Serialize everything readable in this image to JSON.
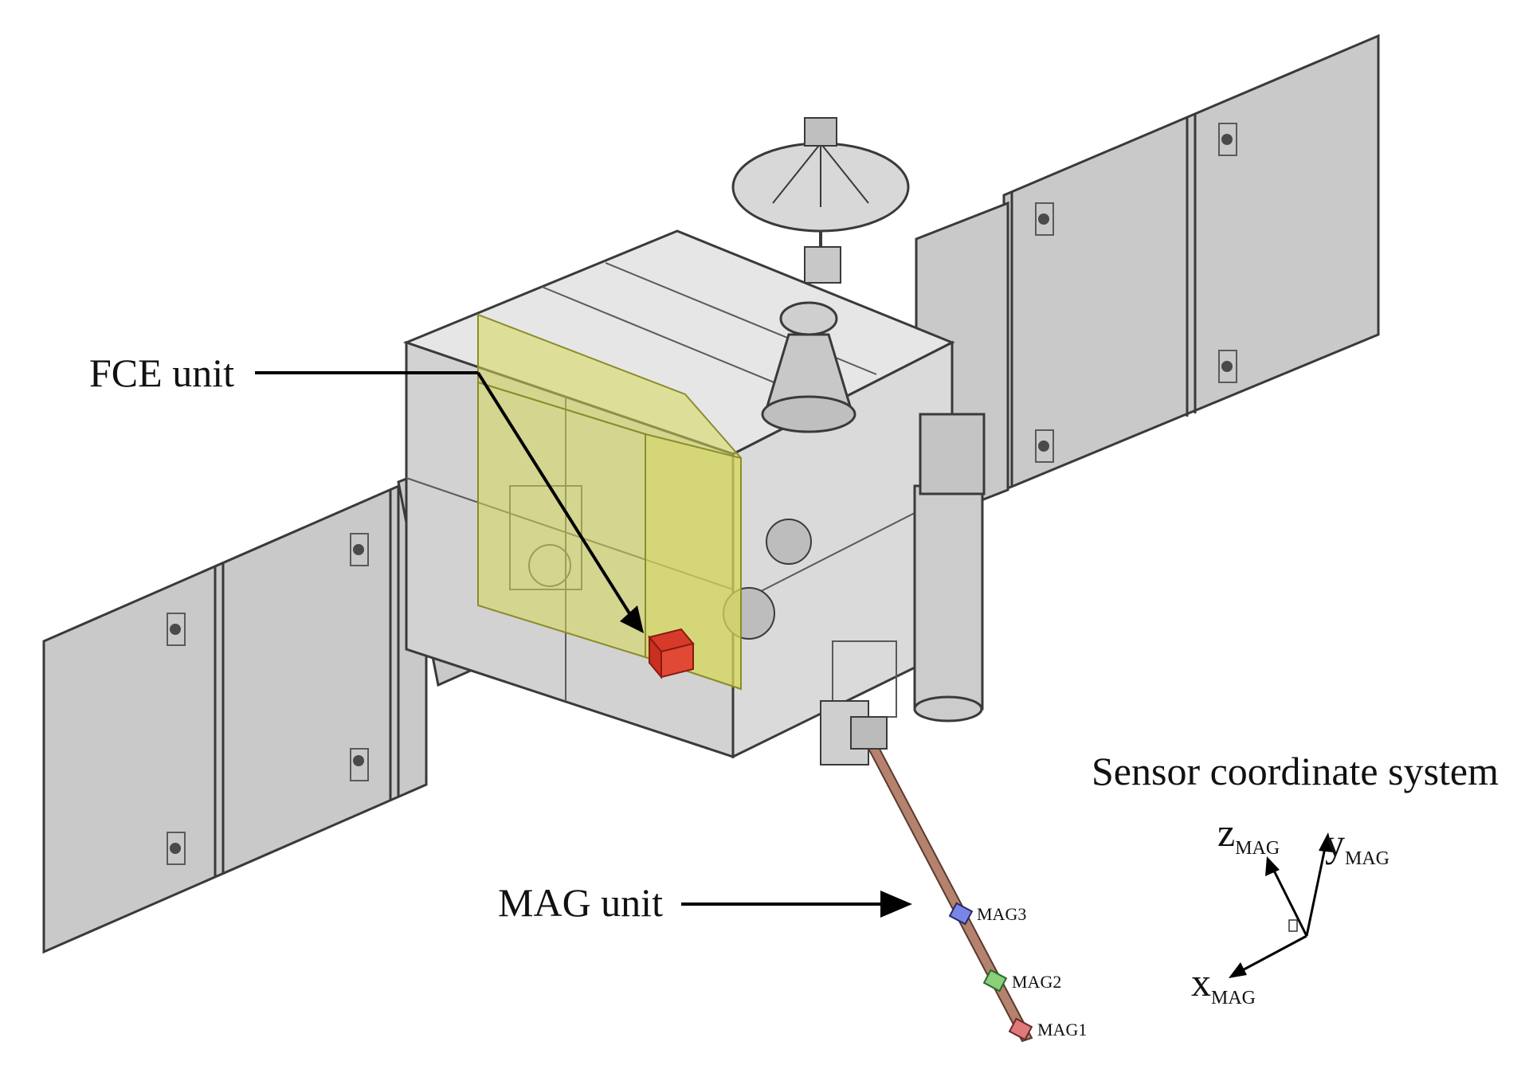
{
  "labels": {
    "fce_unit": "FCE unit",
    "mag_unit": "MAG unit",
    "sensor_coordinate_system": "Sensor coordinate system"
  },
  "sensors": {
    "mag1": "MAG1",
    "mag2": "MAG2",
    "mag3": "MAG3"
  },
  "axes": {
    "z_main": "z",
    "y_main": "y",
    "x_main": "x",
    "subscript": "MAG"
  },
  "colors": {
    "fce_highlight": "#d6d85a",
    "fce_box": "#d83a2a",
    "boom": "#b5826e",
    "mag1": "#e07a7a",
    "mag2": "#8ccf7a",
    "mag3": "#7a86e6"
  }
}
